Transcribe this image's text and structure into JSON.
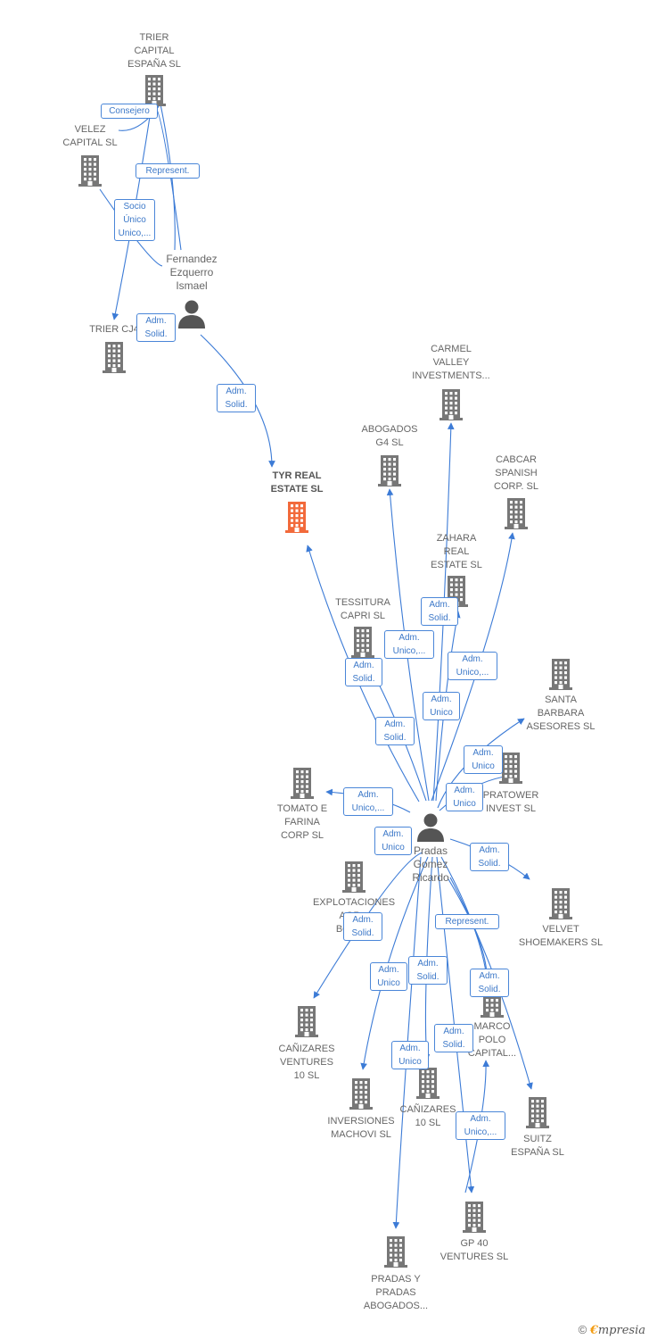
{
  "colors": {
    "building": "#777777",
    "focus": "#f26a3b",
    "person": "#555555",
    "edge": "#3c7bd6"
  },
  "nodes": [
    {
      "id": "trier-capital",
      "type": "company",
      "label": [
        "TRIER",
        "CAPITAL",
        "ESPAÑA SL"
      ]
    },
    {
      "id": "velez-capital",
      "type": "company",
      "label": [
        "VELEZ",
        "CAPITAL SL"
      ]
    },
    {
      "id": "trier-cj4",
      "type": "company",
      "label": [
        "TRIER CJ4"
      ]
    },
    {
      "id": "fernandez",
      "type": "person",
      "label": [
        "Fernandez",
        "Ezquerro",
        "Ismael"
      ]
    },
    {
      "id": "tyr",
      "type": "focus",
      "label": [
        "TYR REAL",
        "ESTATE SL"
      ]
    },
    {
      "id": "carmel",
      "type": "company",
      "label": [
        "CARMEL",
        "VALLEY",
        "INVESTMENTS..."
      ]
    },
    {
      "id": "abogados-g4",
      "type": "company",
      "label": [
        "ABOGADOS",
        "G4 SL"
      ]
    },
    {
      "id": "cabcar",
      "type": "company",
      "label": [
        "CABCAR",
        "SPANISH",
        "CORP. SL"
      ]
    },
    {
      "id": "zahara",
      "type": "company",
      "label": [
        "ZAHARA",
        "REAL",
        "ESTATE SL"
      ]
    },
    {
      "id": "tessitura",
      "type": "company",
      "label": [
        "TESSITURA",
        "CAPRI SL"
      ]
    },
    {
      "id": "santa-barbara",
      "type": "company",
      "label": [
        "SANTA",
        "BARBARA",
        "ASESORES SL"
      ]
    },
    {
      "id": "pratower",
      "type": "company",
      "label": [
        "PRATOWER",
        "INVEST SL"
      ]
    },
    {
      "id": "tomato",
      "type": "company",
      "label": [
        "TOMATO E",
        "FARINA",
        "CORP SL"
      ]
    },
    {
      "id": "pradas-gomez",
      "type": "person",
      "label": [
        "Pradas",
        "Gomez",
        "Ricardo"
      ]
    },
    {
      "id": "explotaciones",
      "type": "company",
      "label": [
        "EXPLOTACIONES",
        "AGR...",
        "BOCA..."
      ]
    },
    {
      "id": "velvet",
      "type": "company",
      "label": [
        "VELVET",
        "SHOEMAKERS SL"
      ]
    },
    {
      "id": "canizares-ventures",
      "type": "company",
      "label": [
        "CAÑIZARES",
        "VENTURES",
        "10 SL"
      ]
    },
    {
      "id": "marco-polo",
      "type": "company",
      "label": [
        "MARCO",
        "POLO",
        "CAPITAL..."
      ]
    },
    {
      "id": "inversiones-machovi",
      "type": "company",
      "label": [
        "INVERSIONES",
        "MACHOVI SL"
      ]
    },
    {
      "id": "canizares-10",
      "type": "company",
      "label": [
        "CAÑIZARES",
        "10 SL"
      ]
    },
    {
      "id": "suitz",
      "type": "company",
      "label": [
        "SUITZ",
        "ESPAÑA SL"
      ]
    },
    {
      "id": "gp40",
      "type": "company",
      "label": [
        "GP 40",
        "VENTURES SL"
      ]
    },
    {
      "id": "pradas-abogados",
      "type": "company",
      "label": [
        "PRADAS Y",
        "PRADAS",
        "ABOGADOS..."
      ]
    }
  ],
  "edge_labels": [
    {
      "id": "e-consejero",
      "text": [
        "Consejero"
      ]
    },
    {
      "id": "e-represent-1",
      "text": [
        "Represent."
      ]
    },
    {
      "id": "e-socio-unico",
      "text": [
        "Socio",
        "Único",
        "Unico,..."
      ]
    },
    {
      "id": "e-fern-trier",
      "text": [
        "Adm.",
        "Solid."
      ]
    },
    {
      "id": "e-fern-tyr",
      "text": [
        "Adm.",
        "Solid."
      ]
    },
    {
      "id": "e-zahara",
      "text": [
        "Adm.",
        "Solid."
      ]
    },
    {
      "id": "e-abogados",
      "text": [
        "Adm.",
        "Unico,..."
      ]
    },
    {
      "id": "e-cabcar",
      "text": [
        "Adm.",
        "Unico,..."
      ]
    },
    {
      "id": "e-tessitura",
      "text": [
        "Adm.",
        "Solid."
      ]
    },
    {
      "id": "e-carmel",
      "text": [
        "Adm.",
        "Unico"
      ]
    },
    {
      "id": "e-tyr-2",
      "text": [
        "Adm.",
        "Solid."
      ]
    },
    {
      "id": "e-santa",
      "text": [
        "Adm.",
        "Unico"
      ]
    },
    {
      "id": "e-pratower",
      "text": [
        "Adm.",
        "Unico"
      ]
    },
    {
      "id": "e-tomato",
      "text": [
        "Adm.",
        "Unico,..."
      ]
    },
    {
      "id": "e-explotaciones",
      "text": [
        "Adm.",
        "Unico"
      ]
    },
    {
      "id": "e-velvet",
      "text": [
        "Adm.",
        "Solid."
      ]
    },
    {
      "id": "e-canizares-v",
      "text": [
        "Adm.",
        "Solid."
      ]
    },
    {
      "id": "e-represent-2",
      "text": [
        "Represent."
      ]
    },
    {
      "id": "e-inversiones",
      "text": [
        "Adm.",
        "Unico"
      ]
    },
    {
      "id": "e-canizares-10",
      "text": [
        "Adm.",
        "Solid."
      ]
    },
    {
      "id": "e-marco",
      "text": [
        "Adm.",
        "Solid."
      ]
    },
    {
      "id": "e-suitz",
      "text": [
        "Adm.",
        "Solid."
      ]
    },
    {
      "id": "e-pradas-abogados",
      "text": [
        "Adm.",
        "Unico"
      ]
    },
    {
      "id": "e-gp40",
      "text": [
        "Adm.",
        "Unico,..."
      ]
    }
  ],
  "footer": {
    "copyright": "©",
    "brand_initial": "€",
    "brand_rest": "mpresia"
  }
}
